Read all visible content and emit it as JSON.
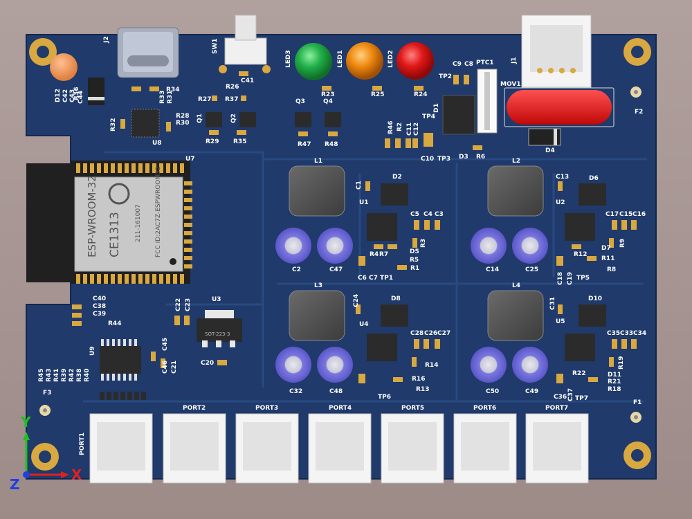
{
  "colors": {
    "background": "#a89694",
    "board": "#1f3a6b",
    "board_trace": "#294a80",
    "pad_gold": "#d9a840",
    "silk": "#ffffff",
    "chip": "#2b2b2b",
    "led_green": "#22b04a",
    "led_orange": "#f08a10",
    "led_red": "#e01818",
    "cap_purple": "#8c88e6",
    "axis_x": "#e02020",
    "axis_y": "#20c020",
    "axis_z": "#2040e0"
  },
  "axes": {
    "x": "X",
    "y": "Y",
    "z": "Z"
  },
  "module": {
    "name": "ESP-WROOM-32",
    "ce": "CE1313",
    "r": "211-161007",
    "fcc": "FCC ID:2AC7Z-ESPWROOM32"
  },
  "regulator_text": "SOT-223-3",
  "labels": {
    "J2": "J2",
    "SW1": "SW1",
    "LED3": "LED3",
    "LED1": "LED1",
    "LED2": "LED2",
    "J1": "J1",
    "PTC1": "PTC1",
    "MOV1": "MOV1",
    "F2": "F2",
    "F1": "F1",
    "F3": "F3",
    "D1": "D1",
    "D3": "D3",
    "D4": "D4",
    "D12": "D12",
    "R34": "R34",
    "R33": "R33",
    "R31": "R31",
    "R36": "R36",
    "R32": "R32",
    "R28": "R28",
    "R30": "R30",
    "R27": "R27",
    "R37": "R37",
    "R29": "R29",
    "R35": "R35",
    "R26": "R26",
    "R23": "R23",
    "R25": "R25",
    "R24": "R24",
    "R47": "R47",
    "R48": "R48",
    "R46": "R46",
    "R2": "R2",
    "R6": "R6",
    "C41": "C41",
    "C42": "C42",
    "C43": "C43",
    "C44": "C44",
    "C9": "C9",
    "C8": "C8",
    "C11": "C11",
    "C12": "C12",
    "C10": "C10",
    "TP2": "TP2",
    "TP4": "TP4",
    "TP3": "TP3",
    "Q1": "Q1",
    "Q2": "Q2",
    "Q3": "Q3",
    "Q4": "Q4",
    "U8": "U8",
    "U7": "U7",
    "L1": "L1",
    "D2": "D2",
    "C1": "C1",
    "U1": "U1",
    "C5": "C5",
    "C4": "C4",
    "C3": "C3",
    "C2": "C2",
    "C47": "C47",
    "R4": "R4",
    "R7": "R7",
    "D5": "D5",
    "R3": "R3",
    "R5": "R5",
    "R1": "R1",
    "C6": "C6",
    "C7": "C7",
    "TP1": "TP1",
    "L2": "L2",
    "C13": "C13",
    "D6": "D6",
    "U2": "U2",
    "C17": "C17",
    "C15": "C15",
    "C16": "C16",
    "C14": "C14",
    "C25": "C25",
    "R12": "R12",
    "D7": "D7",
    "R9": "R9",
    "R11": "R11",
    "R8": "R8",
    "C18": "C18",
    "C19": "C19",
    "TP5": "TP5",
    "L3": "L3",
    "C24": "C24",
    "D8": "D8",
    "U4": "U4",
    "C28": "C28",
    "C26": "C26",
    "C27": "C27",
    "R14": "R14",
    "C32": "C32",
    "C48": "C48",
    "R16": "R16",
    "R13": "R13",
    "TP6": "TP6",
    "L4": "L4",
    "C31": "C31",
    "D10": "D10",
    "U5": "U5",
    "C35": "C35",
    "C33": "C33",
    "C34": "C34",
    "R19": "R19",
    "R22": "R22",
    "C50": "C50",
    "C49": "C49",
    "D11": "D11",
    "R21": "R21",
    "R18": "R18",
    "C36": "C36",
    "C37": "C37",
    "TP7": "TP7",
    "U3": "U3",
    "C22": "C22",
    "C23": "C23",
    "C20": "C20",
    "C40": "C40",
    "C38": "C38",
    "C39": "C39",
    "R44": "R44",
    "U9": "U9",
    "C45": "C45",
    "C46": "C46",
    "C21": "C21",
    "R45": "R45",
    "R43": "R43",
    "R41": "R41",
    "R39": "R39",
    "R42": "R42",
    "R38": "R38",
    "R40": "R40"
  },
  "ports": [
    "PORT1",
    "PORT2",
    "PORT3",
    "PORT4",
    "PORT5",
    "PORT6",
    "PORT7"
  ]
}
